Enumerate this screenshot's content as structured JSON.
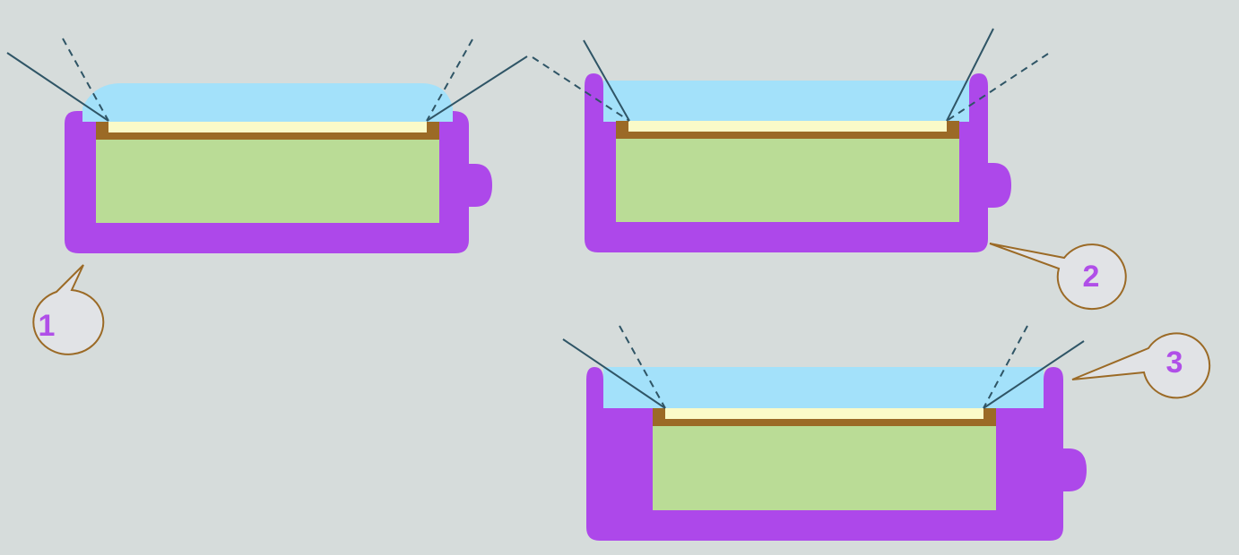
{
  "colors": {
    "background": "#d6dcdb",
    "housing": "#ad48ea",
    "liquid": "#a3e1fa",
    "frame": "#9b6a26",
    "window": "#fafac8",
    "body": "#badc96",
    "ray": "#2f5566",
    "callout_stroke": "#9b6a26",
    "callout_fill": "#e1e3e6",
    "callout_text": "#b04fe8"
  },
  "callouts": [
    {
      "id": "1",
      "label": "1"
    },
    {
      "id": "2",
      "label": "2"
    },
    {
      "id": "3",
      "label": "3"
    }
  ]
}
